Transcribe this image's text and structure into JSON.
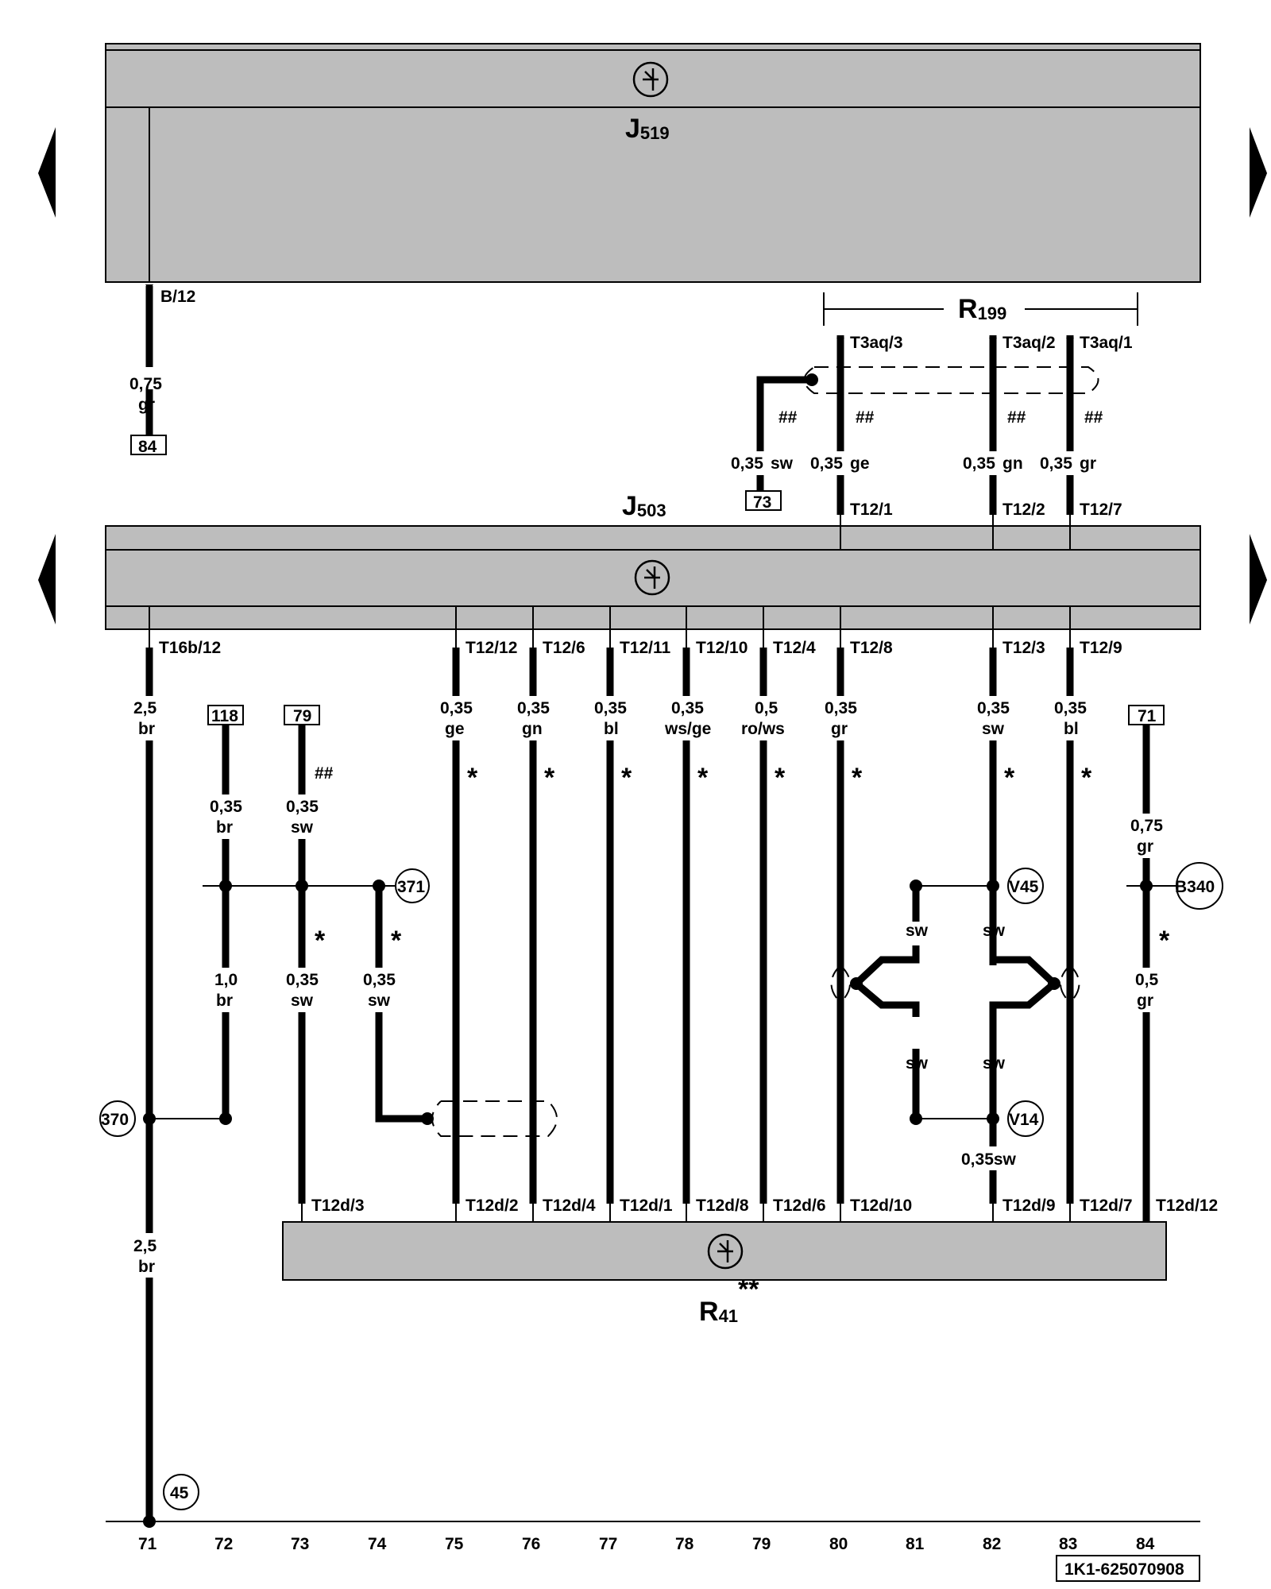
{
  "components": {
    "j519": {
      "name": "J",
      "sub": "519"
    },
    "j503": {
      "name": "J",
      "sub": "503"
    },
    "r199": {
      "name": "R",
      "sub": "199"
    },
    "r41": {
      "name": "R",
      "sub": "41",
      "sup": "**"
    }
  },
  "pins": {
    "b12": "B/12",
    "t3aq3": "T3aq/3",
    "t3aq2": "T3aq/2",
    "t3aq1": "T3aq/1",
    "t12_1": "T12/1",
    "t12_2": "T12/2",
    "t12_7": "T12/7",
    "t16b12": "T16b/12",
    "t12_12": "T12/12",
    "t12_6": "T12/6",
    "t12_11": "T12/11",
    "t12_10": "T12/10",
    "t12_4": "T12/4",
    "t12_8": "T12/8",
    "t12_3": "T12/3",
    "t12_9": "T12/9",
    "t12d3": "T12d/3",
    "t12d2": "T12d/2",
    "t12d4": "T12d/4",
    "t12d1": "T12d/1",
    "t12d8": "T12d/8",
    "t12d6": "T12d/6",
    "t12d10": "T12d/10",
    "t12d9": "T12d/9",
    "t12d7": "T12d/7",
    "t12d12": "T12d/12"
  },
  "wires": {
    "w_top71": {
      "size": "0,75",
      "color": "gr"
    },
    "w_shield73": {
      "size": "0,35",
      "color": "sw"
    },
    "w_ge_top": {
      "size": "0,35",
      "color": "ge"
    },
    "w_gn_top": {
      "size": "0,35",
      "color": "gn"
    },
    "w_gr_top": {
      "size": "0,35",
      "color": "gr"
    },
    "w71_top": {
      "size": "2,5",
      "color": "br"
    },
    "w71_bot": {
      "size": "2,5",
      "color": "br"
    },
    "w72_top": {
      "size": "0,35",
      "color": "br"
    },
    "w72_bot": {
      "size": "1,0",
      "color": "br"
    },
    "w73_top": {
      "size": "0,35",
      "color": "sw"
    },
    "w73_bot": {
      "size": "0,35",
      "color": "sw"
    },
    "w74": {
      "size": "0,35",
      "color": "sw"
    },
    "w75": {
      "size": "0,35",
      "color": "ge"
    },
    "w76": {
      "size": "0,35",
      "color": "gn"
    },
    "w77": {
      "size": "0,35",
      "color": "bl"
    },
    "w78": {
      "size": "0,35",
      "color": "ws/ge"
    },
    "w79": {
      "size": "0,5",
      "color": "ro/ws"
    },
    "w80": {
      "size": "0,35",
      "color": "gr"
    },
    "w82": {
      "size": "0,35",
      "color": "sw"
    },
    "w83": {
      "size": "0,35",
      "color": "bl"
    },
    "w84_top": {
      "size": "0,75",
      "color": "gr"
    },
    "w84_bot": {
      "size": "0,5",
      "color": "gr"
    },
    "w82_bottom": "0,35sw",
    "sw": "sw"
  },
  "references": {
    "ref84": "84",
    "ref73": "73",
    "ref118": "118",
    "ref79": "79",
    "ref71": "71"
  },
  "connectors": {
    "c370": "370",
    "c371": "371",
    "cV45": "V45",
    "cV14": "V14",
    "cB340": "B340",
    "c45": "45"
  },
  "marks": {
    "hash": "##",
    "star": "*"
  },
  "tracks": [
    "71",
    "72",
    "73",
    "74",
    "75",
    "76",
    "77",
    "78",
    "79",
    "80",
    "81",
    "82",
    "83",
    "84"
  ],
  "doc_id": "1K1-625070908"
}
